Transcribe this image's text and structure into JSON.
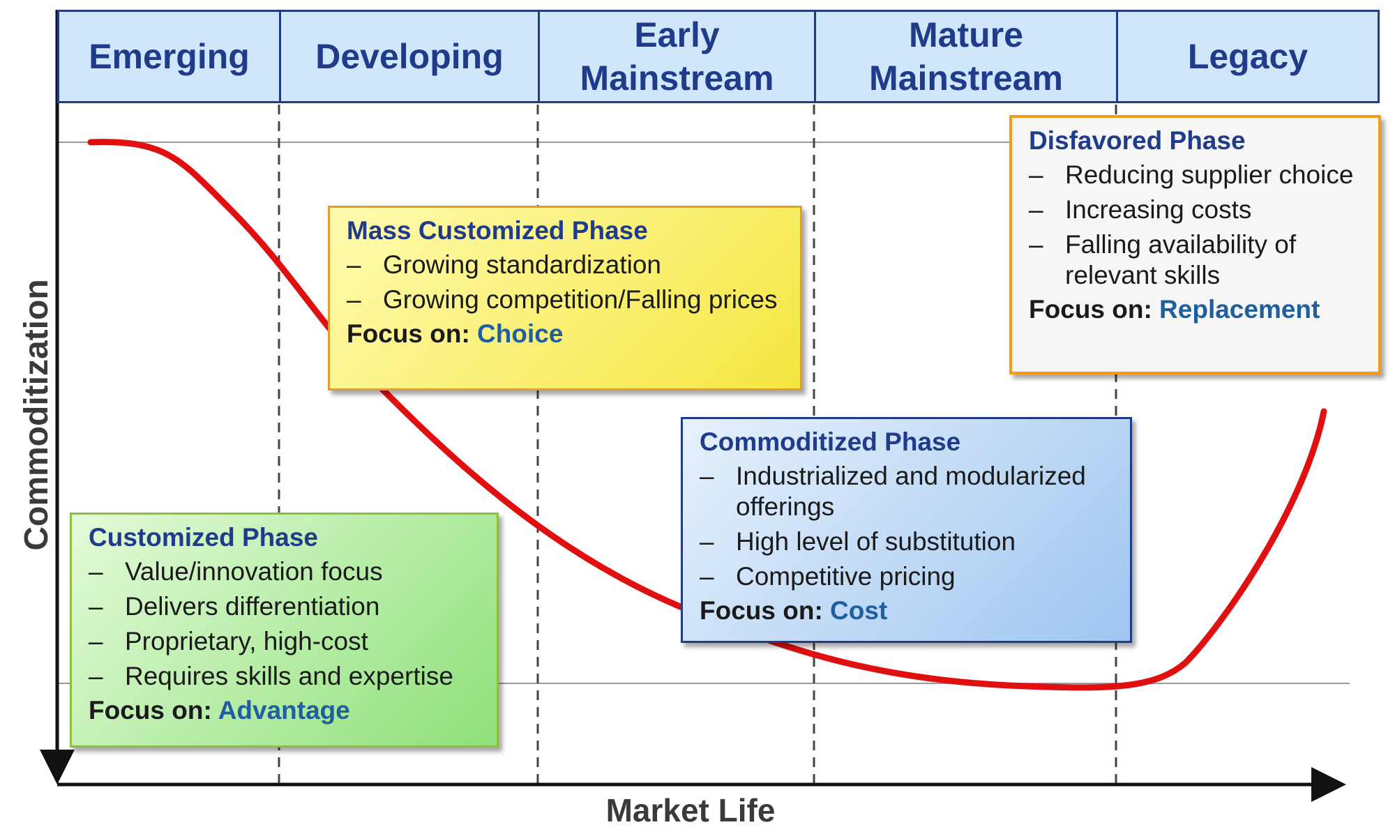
{
  "phases": [
    "Emerging",
    "Developing",
    "Early Mainstream",
    "Mature Mainstream",
    "Legacy"
  ],
  "axes": {
    "y_label": "Commoditization",
    "x_label": "Market Life"
  },
  "boxes": {
    "mass_customized": {
      "title": "Mass Customized Phase",
      "items": [
        "Growing standardization",
        "Growing competition/Falling prices"
      ],
      "focus_label": "Focus on:",
      "focus_value": "Choice"
    },
    "disfavored": {
      "title": "Disfavored Phase",
      "items": [
        "Reducing supplier choice",
        "Increasing costs",
        "Falling availability of relevant skills"
      ],
      "focus_label": "Focus on:",
      "focus_value": "Replacement"
    },
    "commoditized": {
      "title": "Commoditized Phase",
      "items": [
        "Industrialized and modularized offerings",
        "High level of substitution",
        "Competitive pricing"
      ],
      "focus_label": "Focus on:",
      "focus_value": "Cost"
    },
    "customized": {
      "title": "Customized Phase",
      "items": [
        "Value/innovation focus",
        "Delivers differentiation",
        "Proprietary, high-cost",
        "Requires skills and expertise"
      ],
      "focus_label": "Focus on:",
      "focus_value": "Advantage"
    }
  },
  "colors": {
    "curve": "#e01010",
    "header_fill": "#cfe6fb",
    "header_border": "#1f3b8a",
    "title_text": "#1f3b8a"
  }
}
